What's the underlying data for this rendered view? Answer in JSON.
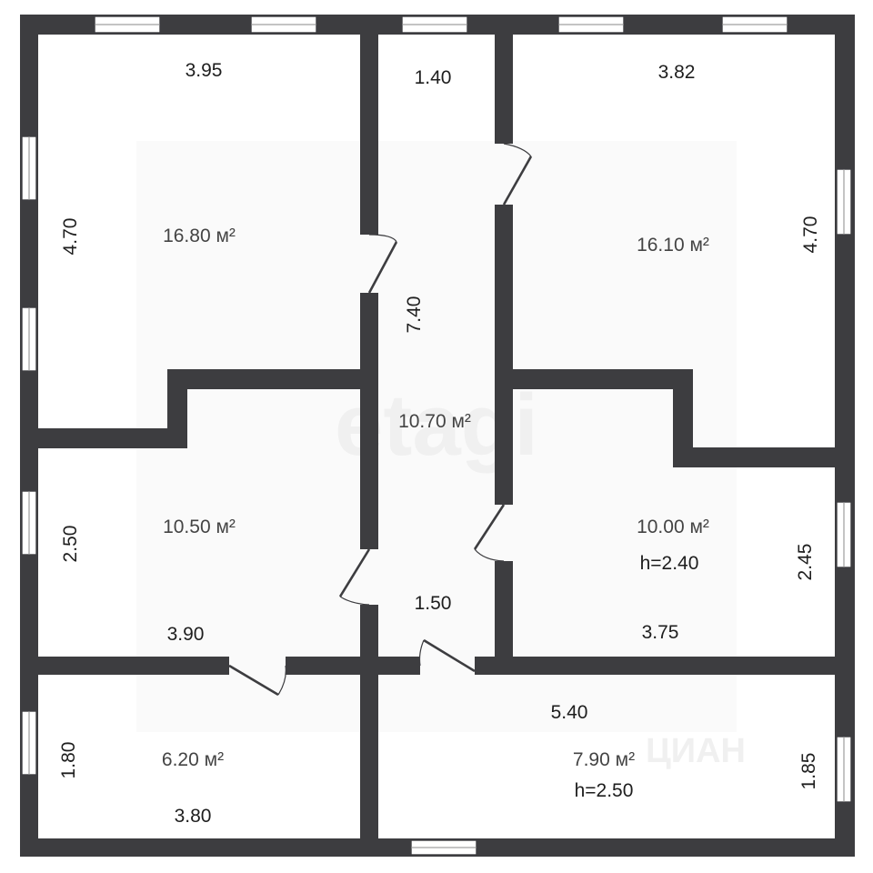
{
  "watermarks": {
    "main": "etagi",
    "secondary": "ЦИАН"
  },
  "dimensions": {
    "bedroom_top_left_width": "3.95",
    "bedroom_top_left_height": "4.70",
    "corridor_top_width": "1.40",
    "bedroom_top_right_width": "3.82",
    "bedroom_top_right_height": "4.70",
    "corridor_length": "7.40",
    "room_mid_left_height": "2.50",
    "room_mid_left_width": "3.90",
    "corridor_bottom_width": "1.50",
    "room_mid_right_width": "3.75",
    "room_mid_right_height": "2.45",
    "room_bottom_left_height": "1.80",
    "room_bottom_left_width": "3.80",
    "room_bottom_right_width": "5.40",
    "room_bottom_right_height": "1.85"
  },
  "areas": {
    "bedroom_top_left": "16.80 м²",
    "bedroom_top_right": "16.10 м²",
    "corridor": "10.70 м²",
    "room_mid_left": "10.50 м²",
    "room_mid_right": "10.00 м²",
    "room_bottom_left": "6.20 м²",
    "room_bottom_right": "7.90 м²"
  },
  "ceiling_heights": {
    "room_mid_right": "h=2.40",
    "room_bottom_right": "h=2.50"
  },
  "colors": {
    "wall": "#3d3d40",
    "background": "#ffffff"
  }
}
